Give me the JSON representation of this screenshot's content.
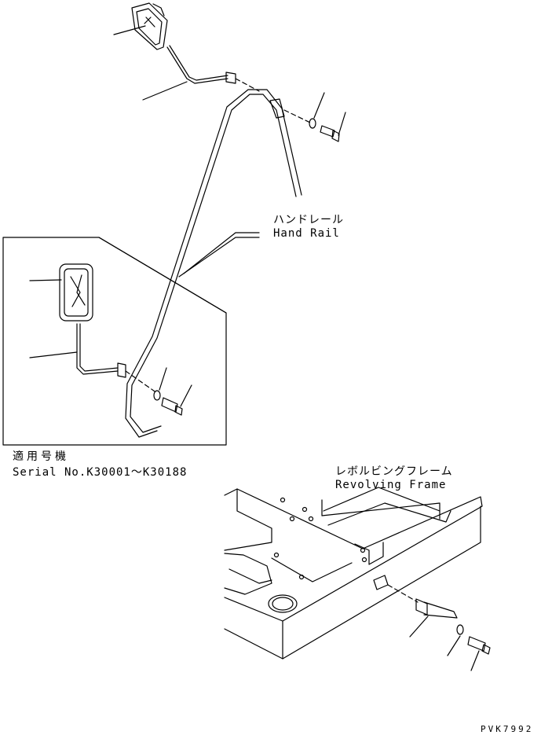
{
  "labels": {
    "hand_rail_jp": "ハンドレール",
    "hand_rail_en": "Hand Rail",
    "serial_jp": "適用号機",
    "serial_en": "Serial No.K30001〜K30188",
    "revolving_frame_jp": "レボルビングフレーム",
    "revolving_frame_en": "Revolving Frame",
    "drawing_code": "PVK7992"
  },
  "colors": {
    "ink": "#000000",
    "paper": "#ffffff"
  }
}
